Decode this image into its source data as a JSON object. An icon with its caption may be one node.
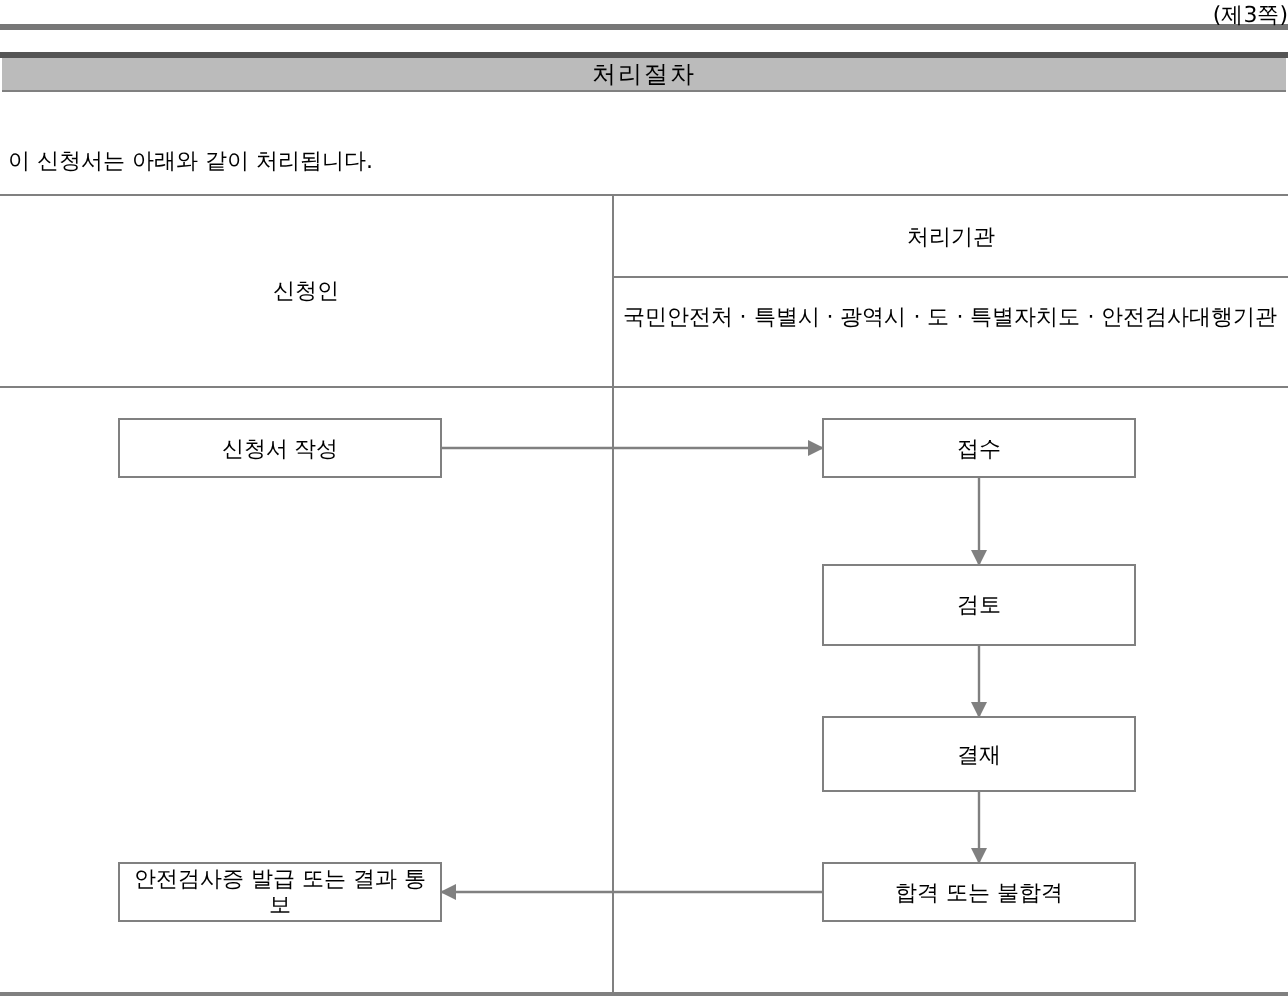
{
  "diagram": {
    "title": "처리절차",
    "nodes": [
      {
        "text": [
          "신청서 작성"
        ]
      },
      {
        "text": [
          "접수"
        ]
      },
      {
        "text": [
          "검토"
        ]
      },
      {
        "text": [
          "결재"
        ]
      },
      {
        "text": [
          "합격 또는 불합격"
        ]
      },
      {
        "text": [
          "안전검사증 발급 또는 결과 통보"
        ]
      }
    ],
    "edges": [
      {
        "from": 0,
        "to": 1,
        "arrow": "to"
      },
      {
        "from": 1,
        "to": 2,
        "arrow": "to"
      },
      {
        "from": 2,
        "to": 3,
        "arrow": "to"
      },
      {
        "from": 3,
        "to": 4,
        "arrow": "to"
      },
      {
        "from": 4,
        "to": 5,
        "arrow": "to"
      }
    ],
    "labels": [
      "(제3쪽)",
      "이 신청서는 아래와 같이 처리됩니다.",
      "신청인",
      "처리기관",
      "국민안전처 · 특별시 · 광역시 · 도 · 특별자치도 · 안전검사대행기관"
    ]
  }
}
